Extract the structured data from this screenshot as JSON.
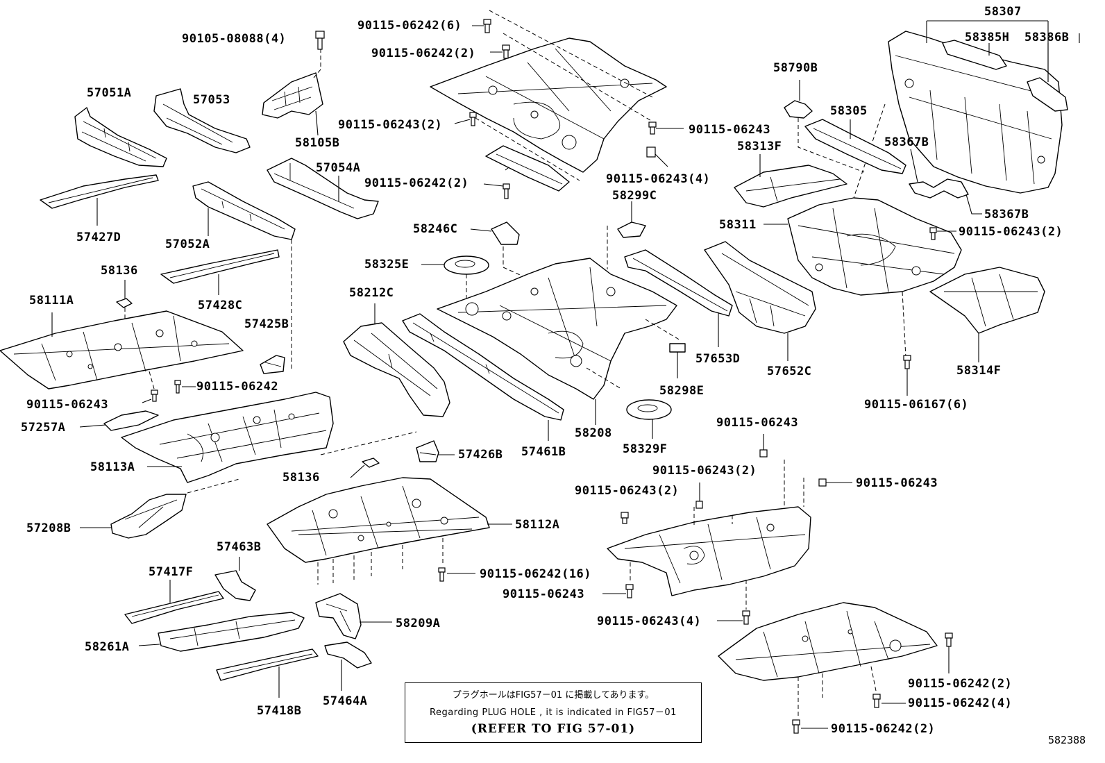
{
  "labels": {
    "p90105_08088": "90105-08088(4)",
    "p90115_06242_6": "90115-06242(6)",
    "p90115_06242_2a": "90115-06242(2)",
    "p90115_06243_2a": "90115-06243(2)",
    "p90115_06243_a": "90115-06243",
    "p90115_06243_4a": "90115-06243(4)",
    "p90115_06242_2b": "90115-06242(2)",
    "p57051A": "57051A",
    "p57053": "57053",
    "p58105B": "58105B",
    "p57054A": "57054A",
    "p57427D": "57427D",
    "p57052A": "57052A",
    "p58136a": "58136",
    "p57428C": "57428C",
    "p58111A": "58111A",
    "p57425B": "57425B",
    "p90115_06242_b": "90115-06242",
    "p90115_06243_b": "90115-06243",
    "p57257A": "57257A",
    "p58113A": "58113A",
    "p57208B": "57208B",
    "p58136b": "58136",
    "p57426B": "57426B",
    "p58246C": "58246C",
    "p58325E": "58325E",
    "p58212C": "58212C",
    "p58299C": "58299C",
    "p58208": "58208",
    "p57461B": "57461B",
    "p58329F": "58329F",
    "p58298E": "58298E",
    "p57653D": "57653D",
    "p58307": "58307",
    "p58385H": "58385H",
    "p58386B": "58386B",
    "p58790B": "58790B",
    "p58305": "58305",
    "p58313F": "58313F",
    "p58367B_a": "58367B",
    "p58367B_b": "58367B",
    "p58311": "58311",
    "p90115_06243_2b": "90115-06243(2)",
    "p57652C": "57652C",
    "p58314F": "58314F",
    "p90115_06167": "90115-06167(6)",
    "p90115_06243_c": "90115-06243",
    "p90115_06243_2c": "90115-06243(2)",
    "p90115_06243_d": "90115-06243",
    "p90115_06243_2d": "90115-06243(2)",
    "p58112A": "58112A",
    "p90115_06242_16": "90115-06242(16)",
    "p90115_06243_e": "90115-06243",
    "p90115_06243_4b": "90115-06243(4)",
    "p57463B": "57463B",
    "p57417F": "57417F",
    "p58209A": "58209A",
    "p58261A": "58261A",
    "p57418B": "57418B",
    "p57464A": "57464A",
    "p90115_06242_2c": "90115-06242(2)",
    "p90115_06242_4": "90115-06242(4)",
    "p90115_06242_2d": "90115-06242(2)"
  },
  "note": {
    "japanese": "プラグホールはFIG57－01 に掲載してあります。",
    "english": "Regarding PLUG HOLE , it is indicated in FIG57－01",
    "reference": "(REFER TO FIG 57-01)"
  },
  "diagram_id": "582388"
}
